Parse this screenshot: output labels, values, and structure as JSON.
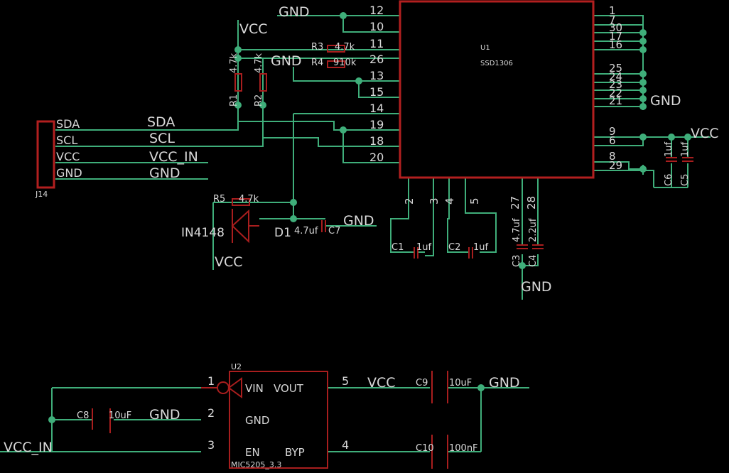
{
  "net_labels": {
    "gnd": "GND",
    "vcc": "VCC",
    "sda": "SDA",
    "scl": "SCL",
    "vcc_in": "VCC_IN"
  },
  "u1": {
    "ref": "U1",
    "value": "SSD1306",
    "left_pins": [
      "12",
      "10",
      "11",
      "26",
      "13",
      "15",
      "14",
      "19",
      "18",
      "20"
    ],
    "right_pins_top": [
      "1",
      "7",
      "30",
      "17",
      "16"
    ],
    "right_pins_mid": [
      "25",
      "24",
      "23",
      "22",
      "21"
    ],
    "right_pins_low": [
      "9",
      "6",
      "8",
      "29"
    ],
    "bottom_pins": [
      "2",
      "3",
      "4",
      "5",
      "27",
      "28"
    ]
  },
  "j14": {
    "ref": "J14",
    "pins": [
      "SDA",
      "SCL",
      "VCC",
      "GND"
    ]
  },
  "u2": {
    "ref": "U2",
    "value": "MIC5205_3.3",
    "pin_vin": "VIN",
    "pin_vout": "VOUT",
    "pin_gnd": "GND",
    "pin_en": "EN",
    "pin_byp": "BYP",
    "pin_numbers": [
      "1",
      "2",
      "3",
      "5",
      "4"
    ]
  },
  "resistors": {
    "r1": {
      "ref": "R1",
      "value": "4.7k"
    },
    "r2": {
      "ref": "R2",
      "value": "4.7k"
    },
    "r3": {
      "ref": "R3",
      "value": "4.7k"
    },
    "r4": {
      "ref": "R4",
      "value": "910k"
    },
    "r5": {
      "ref": "R5",
      "value": "4.7k"
    }
  },
  "diode": {
    "ref": "D1",
    "value": "IN4148"
  },
  "capacitors": {
    "c1": {
      "ref": "C1",
      "value": "1uf"
    },
    "c2": {
      "ref": "C2",
      "value": "1uf"
    },
    "c3": {
      "ref": "C3",
      "value": "4.7uf"
    },
    "c4": {
      "ref": "C4",
      "value": "2.2uf"
    },
    "c5": {
      "ref": "C5",
      "value": "1uf"
    },
    "c6": {
      "ref": "C6",
      "value": "1uf"
    },
    "c7": {
      "ref": "C7",
      "value": "4.7uf"
    },
    "c8": {
      "ref": "C8",
      "value": "10uF"
    },
    "c9": {
      "ref": "C9",
      "value": "10uF"
    },
    "c10": {
      "ref": "C10",
      "value": "100nF"
    }
  }
}
